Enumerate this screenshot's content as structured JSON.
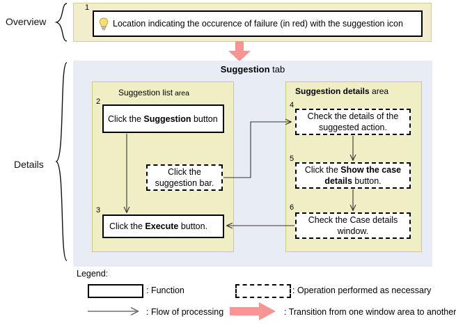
{
  "braces": {
    "overview_label": "Overview",
    "details_label": "Details"
  },
  "overview": {
    "step_number": "1",
    "icon": "lightbulb-icon",
    "text": "Location indicating the occurence of failure (in red) with the suggestion icon"
  },
  "transition": {
    "icon": "pink-down-arrow-icon"
  },
  "details": {
    "tab_title_bold": "Suggestion",
    "tab_title_rest": " tab",
    "suggestion_list_area": {
      "title_main": "Suggestion list",
      "title_suffix": " area",
      "step2": {
        "number": "2",
        "text_pre": "Click the ",
        "text_bold": "Suggestion",
        "text_post": " button"
      },
      "bar_box": {
        "text": "Click the suggestion bar."
      },
      "step3": {
        "number": "3",
        "text_pre": "Click the ",
        "text_bold": "Execute",
        "text_post": " button."
      }
    },
    "suggestion_details_area": {
      "title_main": "Suggestion details",
      "title_suffix": " area",
      "step4": {
        "number": "4",
        "text": "Check the details of the suggested action."
      },
      "step5": {
        "number": "5",
        "text_pre": "Click the ",
        "text_bold": "Show the case details",
        "text_post": " button."
      },
      "step6": {
        "number": "6",
        "text": "Check the Case details window."
      }
    }
  },
  "legend": {
    "title": "Legend:",
    "function_label": ": Function",
    "optional_label": ": Operation performed as necessary",
    "flow_label": ": Flow of processing",
    "transition_label": ": Transition from one window area to another"
  },
  "colors": {
    "panel_bg": "#e8ecf5",
    "area_bg": "#efeec4",
    "overview_band_bg": "#f2eecd",
    "transition_arrow": "#f49090",
    "bulb": "#f5d76e"
  }
}
